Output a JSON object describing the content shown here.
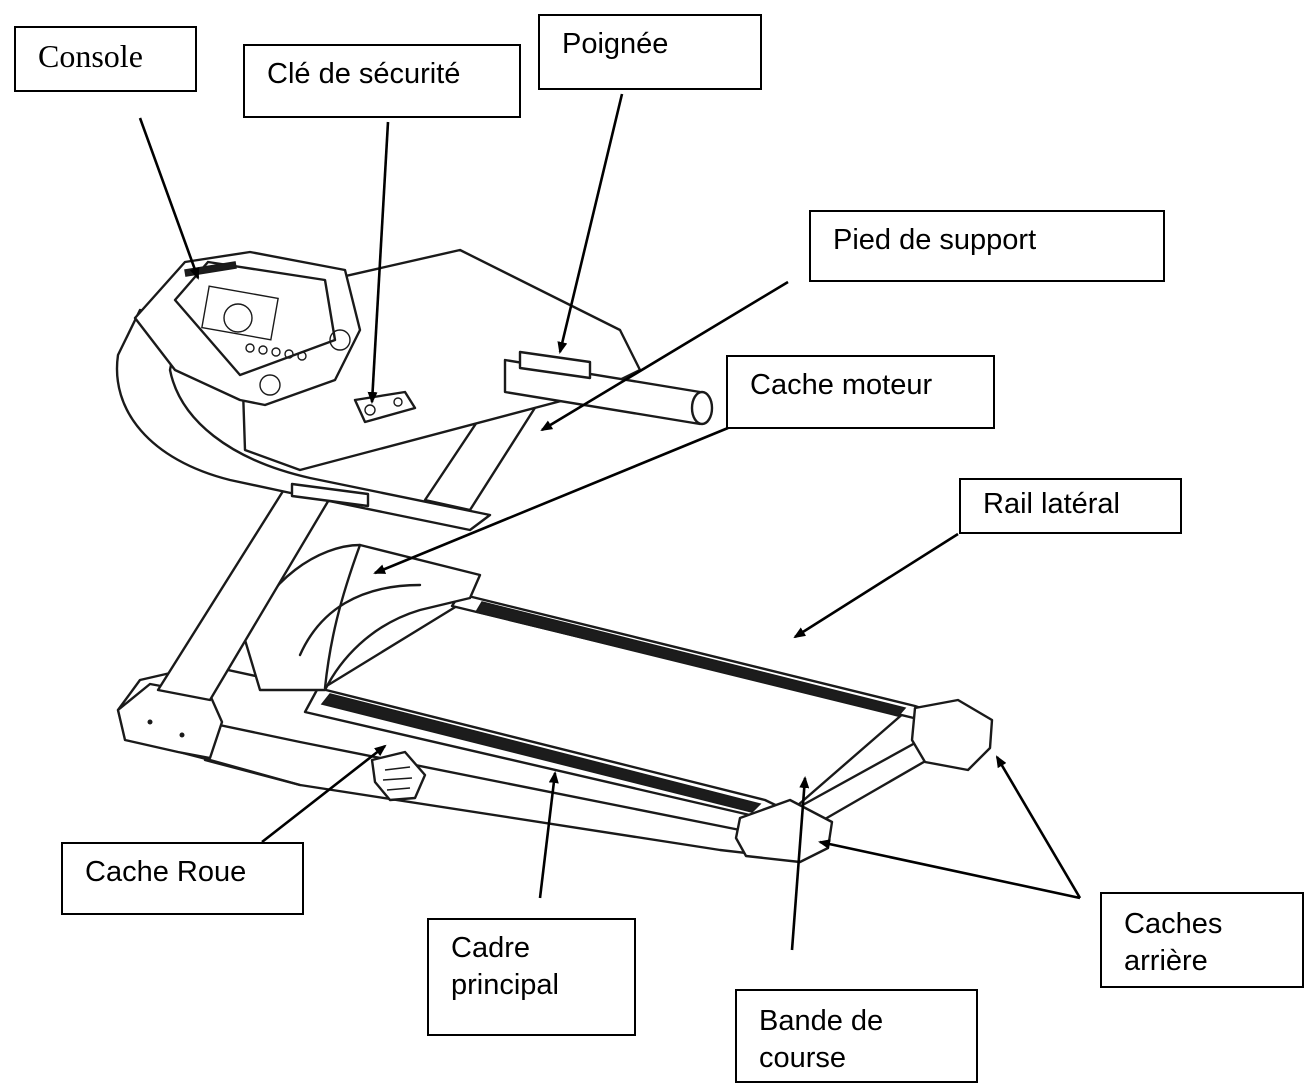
{
  "labels": {
    "console": "Console",
    "safety_key": "Clé de sécurité",
    "handle": "Poignée",
    "support_foot": "Pied de support",
    "motor_cover": "Cache moteur",
    "side_rail": "Rail latéral",
    "wheel_cover": "Cache Roue",
    "main_frame_line1": "Cadre",
    "main_frame_line2": "principal",
    "running_belt_line1": "Bande de",
    "running_belt_line2": "course",
    "rear_covers_line1": "Caches",
    "rear_covers_line2": "arrière"
  }
}
